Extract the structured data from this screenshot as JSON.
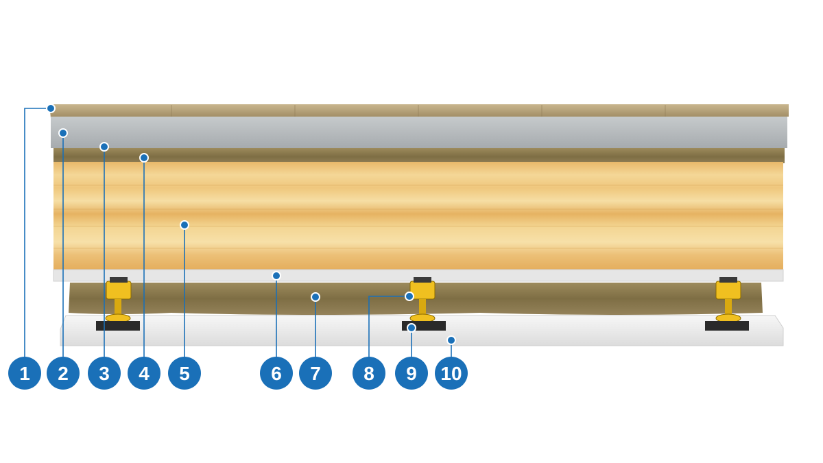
{
  "colors": {
    "callout_blue": "#1a70b8",
    "leader_line": "#1a70b8",
    "top_layer": "#b7a27a",
    "screed": "#b8bcbe",
    "mineral_wool": "#8c7a4e",
    "clt_light": "#f3d58f",
    "clt_dark": "#e9b767",
    "membrane": "#e4e4e4",
    "clip_yellow": "#f0c020",
    "rail": "#2a2a2a",
    "ceiling_board": "#eeeeee"
  },
  "callouts": [
    {
      "id": "callout-1",
      "label": "1"
    },
    {
      "id": "callout-2",
      "label": "2"
    },
    {
      "id": "callout-3",
      "label": "3"
    },
    {
      "id": "callout-4",
      "label": "4"
    },
    {
      "id": "callout-5",
      "label": "5"
    },
    {
      "id": "callout-6",
      "label": "6"
    },
    {
      "id": "callout-7",
      "label": "7"
    },
    {
      "id": "callout-8",
      "label": "8"
    },
    {
      "id": "callout-9",
      "label": "9"
    },
    {
      "id": "callout-10",
      "label": "10"
    }
  ]
}
